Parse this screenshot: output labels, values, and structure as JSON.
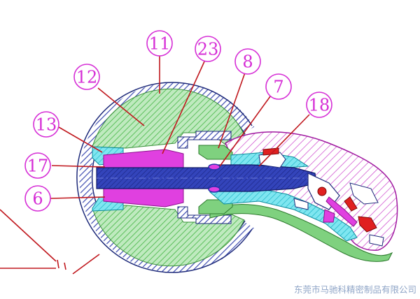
{
  "diagram": {
    "callouts": [
      {
        "id": "c11",
        "label": "11"
      },
      {
        "id": "c23",
        "label": "23"
      },
      {
        "id": "c12",
        "label": "12"
      },
      {
        "id": "c8",
        "label": "8"
      },
      {
        "id": "c7",
        "label": "7"
      },
      {
        "id": "c18",
        "label": "18"
      },
      {
        "id": "c13",
        "label": "13"
      },
      {
        "id": "c17",
        "label": "17"
      },
      {
        "id": "c6",
        "label": "6"
      }
    ],
    "watermark": "东莞市马驰科精密制品有限公司"
  },
  "colors": {
    "callout": "#d62fd6",
    "leader": "#c0181e",
    "housing_outline": "#1e2a7a",
    "housing_hatch": "#3c4bb0",
    "green_fill": "#7fd17f",
    "magenta_fill": "#e040e0",
    "cyan_fill": "#36d2e0",
    "shaft": "#2233aa",
    "red_part": "#e02020",
    "watermark": "#8fa5c7"
  }
}
